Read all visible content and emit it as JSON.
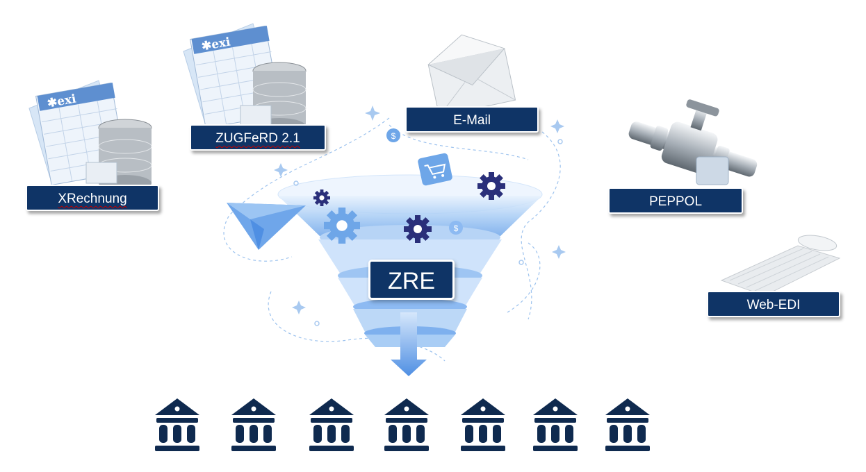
{
  "center_label": "ZRE",
  "channels": {
    "xrechnung": "XRechnung",
    "zugferd": "ZUGFeRD 2.1",
    "email": "E-Mail",
    "peppol": "PEPPOL",
    "webedi": "Web-EDI"
  },
  "doc_logo_text": "exi",
  "colors": {
    "label_bg": "#0f3466",
    "funnel_light": "#cfe3fb",
    "funnel_mid": "#8dbaf2",
    "gear_dark": "#2a2f7a",
    "gear_light": "#6ea6e8",
    "bank_icon": "#0f2a4f"
  },
  "bank_count": 7
}
